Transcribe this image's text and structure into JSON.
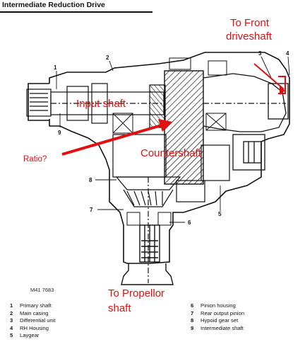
{
  "title": "Intermediate Reduction Drive",
  "figure_ref": "M41 7683",
  "annotations": {
    "to_front_line1": "To Front",
    "to_front_line2": "driveshaft",
    "input_shaft": "Input shaft",
    "countershaft": "Countershaft",
    "ratio": "Ratio?",
    "to_propellor_line1": "To Propellor",
    "to_propellor_line2": "shaft"
  },
  "callouts": {
    "c1": "1",
    "c2": "2",
    "c3": "3",
    "c4": "4",
    "c5": "5",
    "c6": "6",
    "c7": "7",
    "c8": "8",
    "c9": "9"
  },
  "legend_left": [
    {
      "num": "1",
      "label": "Primary shaft"
    },
    {
      "num": "2",
      "label": "Main casing"
    },
    {
      "num": "3",
      "label": "Differential unit"
    },
    {
      "num": "4",
      "label": "RH Housing"
    },
    {
      "num": "5",
      "label": "Laygear"
    }
  ],
  "legend_right": [
    {
      "num": "6",
      "label": "Pinion housing"
    },
    {
      "num": "7",
      "label": "Rear output pinion"
    },
    {
      "num": "8",
      "label": "Hypoid gear set"
    },
    {
      "num": "9",
      "label": "Intermediate shaft"
    }
  ],
  "colors": {
    "annotation": "#e01010",
    "line": "#111111"
  }
}
